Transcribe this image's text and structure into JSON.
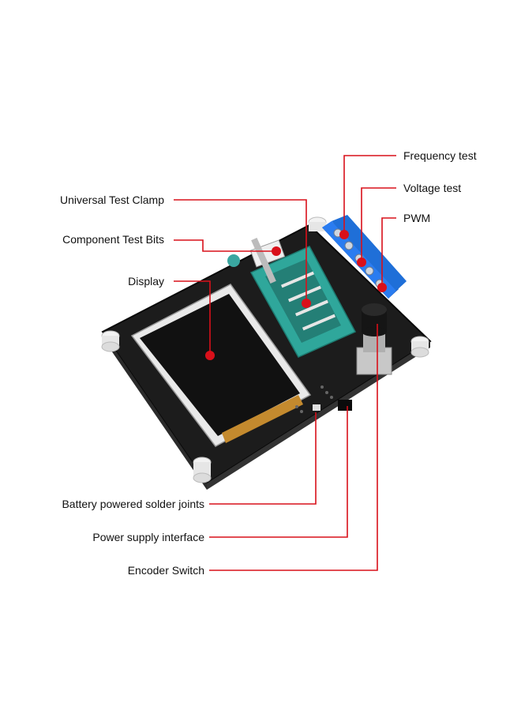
{
  "labels": {
    "frequency_test": "Frequency test",
    "voltage_test": "Voltage test",
    "pwm": "PWM",
    "universal_test_clamp": "Universal Test Clamp",
    "component_test_bits": "Component Test Bits",
    "display": "Display",
    "battery_solder_joints": "Battery powered solder joints",
    "power_supply_interface": "Power supply interface",
    "encoder_switch": "Encoder Switch"
  },
  "colors": {
    "pointer": "#d9101a",
    "board": "#1c1c1c",
    "screen_bezel": "#e9e9e9",
    "screen": "#111111",
    "socket": "#2fa79b",
    "terminal": "#1f6fd8",
    "knob": "#151515",
    "standoff": "#f2f2f2"
  },
  "icons": {
    "knob": "rotary-encoder-knob",
    "terminal": "screw-terminal-block",
    "socket": "zif-socket"
  }
}
